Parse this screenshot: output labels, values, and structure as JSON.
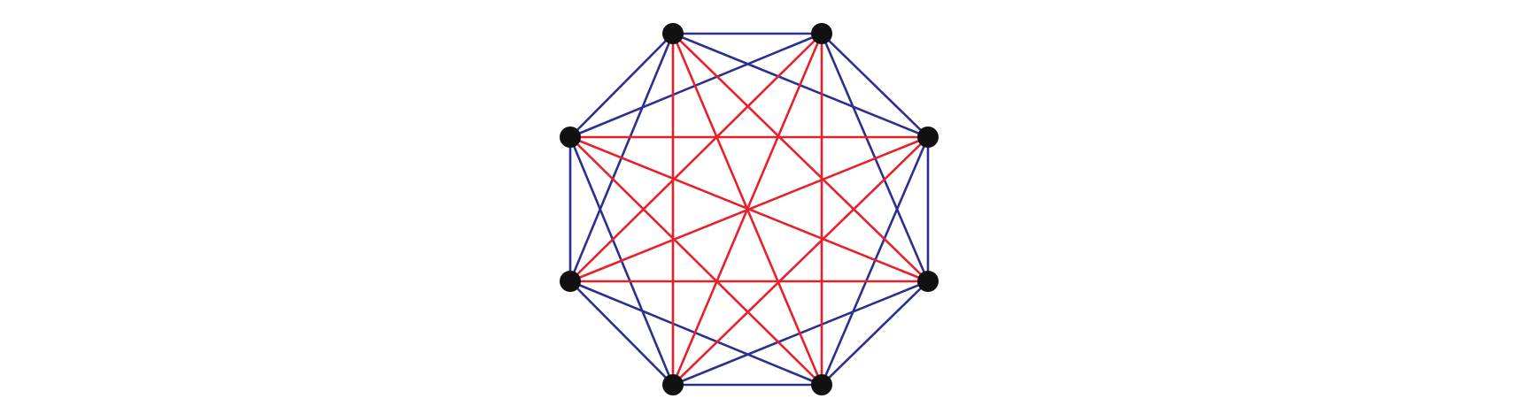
{
  "graph": {
    "vertices": [
      {
        "id": "top-left"
      },
      {
        "id": "top-right"
      },
      {
        "id": "right-upper"
      },
      {
        "id": "right-lower"
      },
      {
        "id": "bottom-right"
      },
      {
        "id": "bottom-left"
      },
      {
        "id": "left-lower"
      },
      {
        "id": "left-upper"
      }
    ],
    "edge_groups": [
      {
        "name": "outer",
        "color": "#2b2f8f",
        "offsets": [
          1,
          2
        ]
      },
      {
        "name": "inner",
        "color": "#e8202a",
        "offsets": [
          3,
          4
        ]
      }
    ],
    "vertex_color": "#111111",
    "background_color": "#ffffff"
  }
}
